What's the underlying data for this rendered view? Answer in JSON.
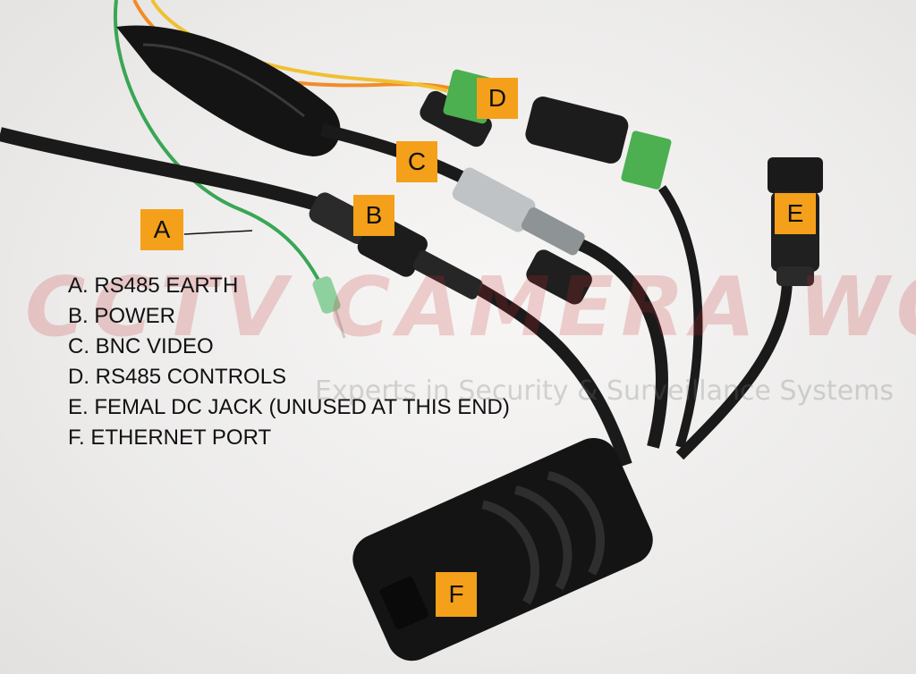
{
  "callouts": [
    {
      "letter": "A"
    },
    {
      "letter": "B"
    },
    {
      "letter": "C"
    },
    {
      "letter": "D"
    },
    {
      "letter": "E"
    },
    {
      "letter": "F"
    }
  ],
  "legend": [
    "A. RS485 EARTH",
    "B. POWER",
    "C. BNC VIDEO",
    "D. RS485 CONTROLS",
    "E. FEMAL DC JACK (UNUSED AT THIS END)",
    "F. ETHERNET PORT"
  ],
  "watermark": {
    "brand": "CCTV CAMERA WORLD",
    "tagline": "Experts in Security & Surveillance Systems"
  },
  "colors": {
    "callout_bg": "#f4a01a",
    "cable": "#1a1a1a",
    "terminal_green": "#4caf50",
    "wire_green": "#3aa655",
    "wire_orange": "#f28c28",
    "wire_yellow": "#f0c030"
  }
}
